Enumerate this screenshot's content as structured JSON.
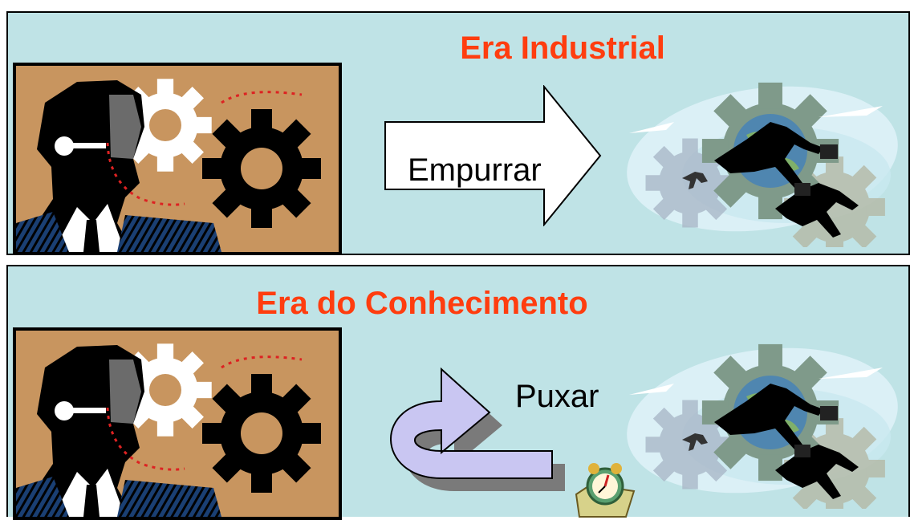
{
  "industrial": {
    "title": "Era Industrial",
    "action_label": "Empurrar"
  },
  "knowledge": {
    "title": "Era do Conhecimento",
    "action_label": "Puxar"
  },
  "colors": {
    "panel_bg": "#bfe3e6",
    "title": "#ff3d0f",
    "clipart_bg": "#c8955f",
    "curved_arrow": "#c9c6f2"
  },
  "icons": [
    "thinking-head-gears-icon",
    "running-businessmen-gears-icon",
    "alarm-clock-icon"
  ]
}
